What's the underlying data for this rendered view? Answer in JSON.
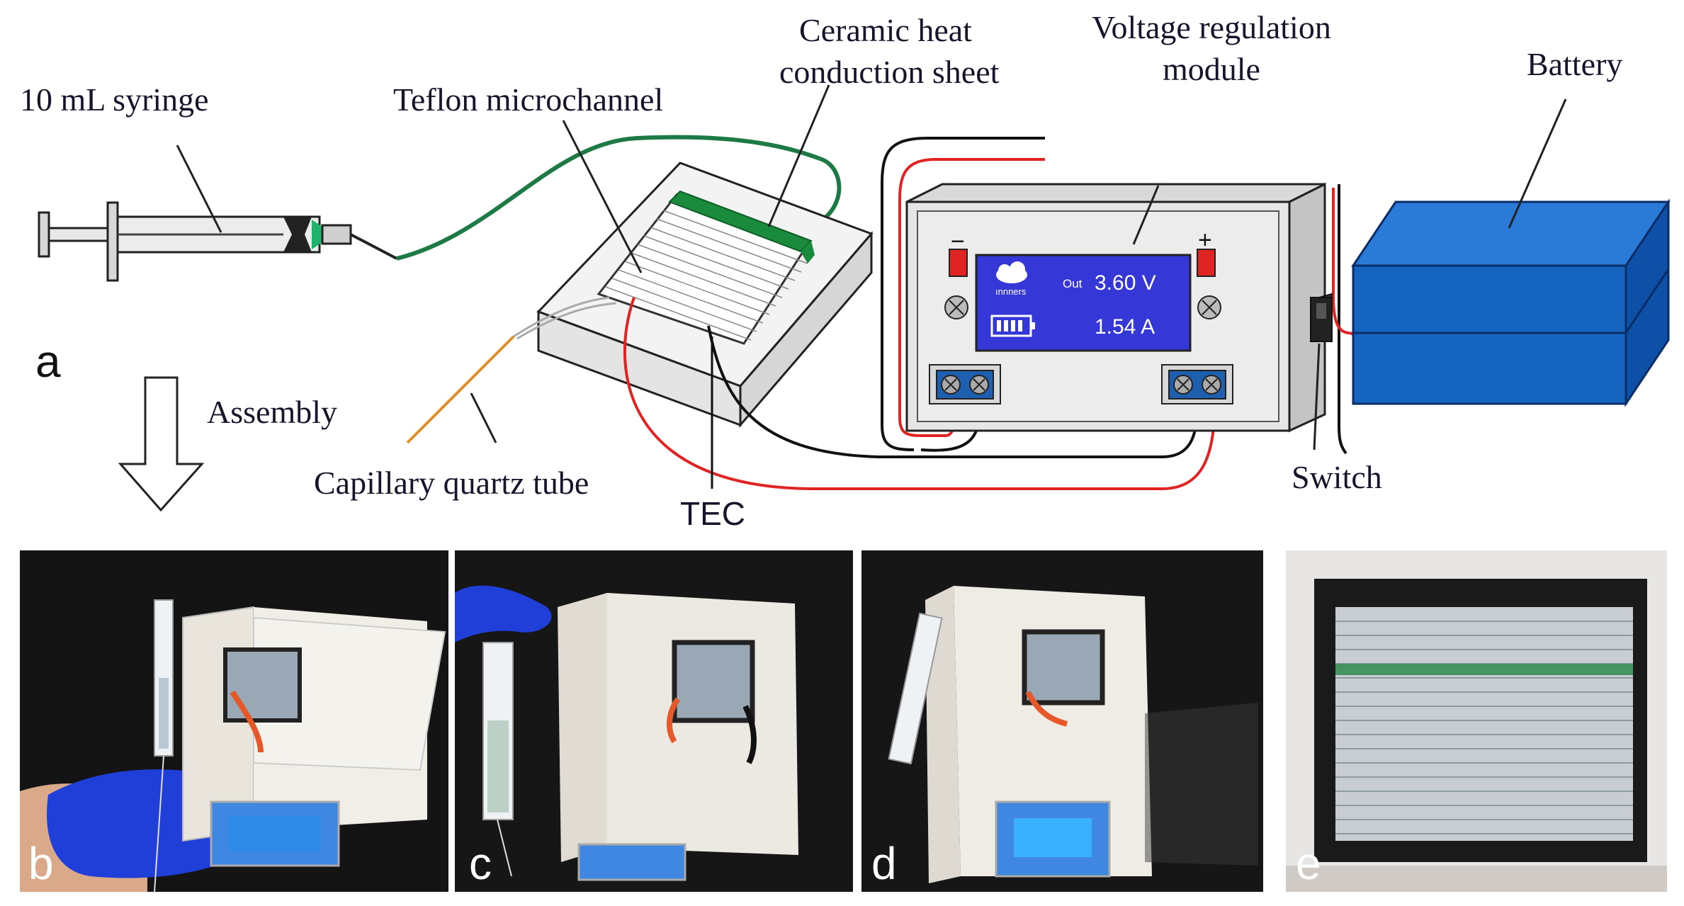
{
  "labels": {
    "syringe": "10 mL syringe",
    "teflon": "Teflon microchannel",
    "ceramic_line1": "Ceramic heat",
    "ceramic_line2": "conduction sheet",
    "voltage_line1": "Voltage regulation",
    "voltage_line2": "module",
    "battery": "Battery",
    "assembly": "Assembly",
    "capillary": "Capillary quartz tube",
    "tec": "TEC",
    "switch": "Switch"
  },
  "display": {
    "brand": "ınnners",
    "out_tag": "Out",
    "voltage": "3.60 V",
    "current": "1.54 A",
    "minus": "−",
    "plus": "+"
  },
  "panels": {
    "a": "a",
    "b": "b",
    "c": "c",
    "d": "d",
    "e": "e"
  },
  "colors": {
    "battery_blue": "#1565c0",
    "lcd_blue": "#3537d6",
    "wire_red": "#e02424",
    "wire_green": "#1d7a45",
    "capillary_orange": "#e0902a",
    "glove_blue": "#1f3fd8"
  }
}
